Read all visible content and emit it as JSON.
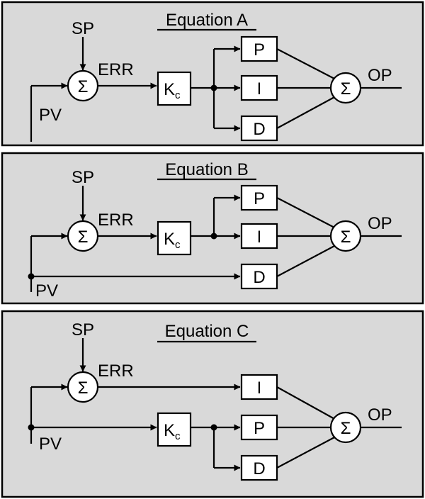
{
  "colors": {
    "panel_fill": "#d9d9d9",
    "line": "#000000",
    "block_fill": "#ffffff"
  },
  "panels": [
    {
      "title": "Equation A",
      "labels": {
        "sp": "SP",
        "pv": "PV",
        "err": "ERR",
        "op": "OP",
        "sum": "Σ",
        "sum_out": "Σ",
        "gain": "K",
        "gain_sub": "c"
      },
      "blocks": {
        "p": "P",
        "i": "I",
        "d": "D"
      }
    },
    {
      "title": "Equation B",
      "labels": {
        "sp": "SP",
        "pv": "PV",
        "err": "ERR",
        "op": "OP",
        "sum": "Σ",
        "sum_out": "Σ",
        "gain": "K",
        "gain_sub": "c"
      },
      "blocks": {
        "p": "P",
        "i": "I",
        "d": "D"
      }
    },
    {
      "title": "Equation C",
      "labels": {
        "sp": "SP",
        "pv": "PV",
        "err": "ERR",
        "op": "OP",
        "sum": "Σ",
        "sum_out": "Σ",
        "gain": "K",
        "gain_sub": "c"
      },
      "blocks": {
        "p": "P",
        "i": "I",
        "d": "D"
      }
    }
  ]
}
